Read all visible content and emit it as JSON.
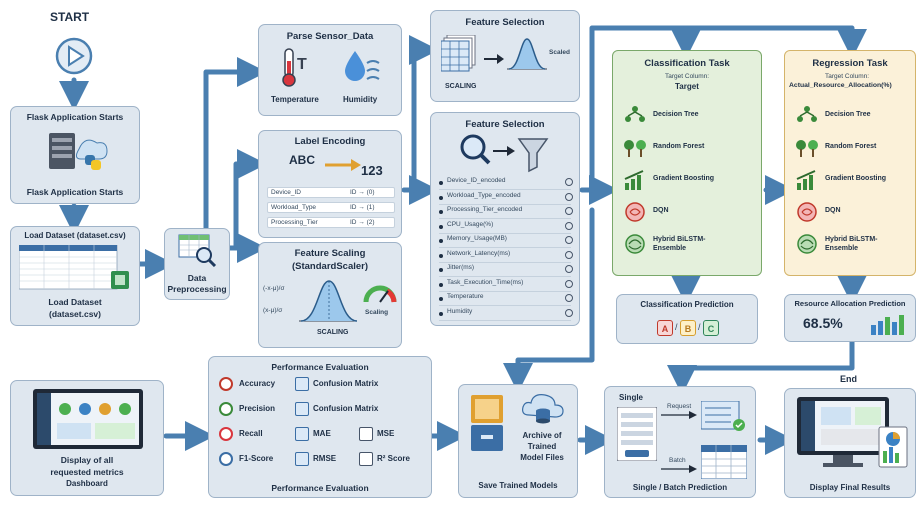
{
  "start": {
    "label": "START"
  },
  "flask": {
    "title": "Flask Application Starts",
    "caption": "Flask Application Starts"
  },
  "load": {
    "title": "Load Dataset (dataset.csv)",
    "caption_line1": "Load Dataset",
    "caption_line2": "(dataset.csv)"
  },
  "preprocess": {
    "line1": "Data",
    "line2": "Preprocessing"
  },
  "parse": {
    "title": "Parse Sensor_Data",
    "temp": "Temperature",
    "humidity": "Humidity"
  },
  "label_enc": {
    "title": "Label Encoding",
    "abc": "ABC",
    "num": "123",
    "rows": [
      {
        "name": "Device_ID",
        "map": "ID → (0)"
      },
      {
        "name": "Workload_Type",
        "map": "ID → (1)"
      },
      {
        "name": "Processing_Tier",
        "map": "ID → (2)"
      }
    ]
  },
  "scaling": {
    "title": "Feature Scaling",
    "subtitle": "(StandardScaler)",
    "caption": "SCALING",
    "side": "Scaling",
    "left1": "(-x-μ)/σ",
    "left2": "(x-μ)/σ"
  },
  "feat_sel_top": {
    "title": "Feature Selection",
    "caption": "SCALING",
    "scaled": "Scaled"
  },
  "feat_sel": {
    "title": "Feature Selection",
    "features": [
      "Device_ID_encoded",
      "Workload_Type_encoded",
      "Processing_Tier_encoded",
      "CPU_Usage(%)",
      "Memory_Usage(MB)",
      "Network_Latency(ms)",
      "Jitter(ms)",
      "Task_Execution_Time(ms)",
      "Temperature",
      "Humidity"
    ]
  },
  "classification": {
    "title": "Classification Task",
    "target_label": "Target Column:",
    "target": "Target",
    "algos": [
      "Decision Tree",
      "Random Forest",
      "Gradient Boosting",
      "DQN",
      "Hybrid BiLSTM-Ensemble"
    ]
  },
  "regression": {
    "title": "Regression Task",
    "target_label": "Target Column:",
    "target": "Actual_Resource_Allocation(%)",
    "algos": [
      "Decision Tree",
      "Random Forest",
      "Gradient Boosting",
      "DQN",
      "Hybrid BiLSTM-Ensemble"
    ]
  },
  "class_pred": {
    "title": "Classification Prediction",
    "a": "A",
    "b": "B",
    "c": "C"
  },
  "resource_pred": {
    "title": "Resource Allocation Prediction",
    "value": "68.5%"
  },
  "dashboard": {
    "line1": "Display of all",
    "line2": "requested metrics",
    "line3": "Dashboard"
  },
  "perf": {
    "title": "Performance Evaluation",
    "caption": "Performance Evaluation",
    "metrics_left": [
      "Accuracy",
      "Precision",
      "Recall",
      "F1-Score"
    ],
    "metrics_mid": [
      "Confusion Matrix",
      "Confusion Matrix",
      "MAE",
      "RMSE"
    ],
    "metrics_right": [
      "MSE",
      "R² Score"
    ]
  },
  "save": {
    "archive1": "Archive of",
    "archive2": "Trained",
    "archive3": "Model Files",
    "caption": "Save Trained Models"
  },
  "single_batch": {
    "single": "Single",
    "request": "Request",
    "batch": "Batch",
    "caption": "Single / Batch Prediction"
  },
  "final": {
    "end": "End",
    "caption": "Display Final Results"
  },
  "colors": {
    "arrow": "#4a7fb0",
    "box_border": "#9fb3c8",
    "green": "#e4f0dc",
    "yellow": "#fbf1d9"
  }
}
